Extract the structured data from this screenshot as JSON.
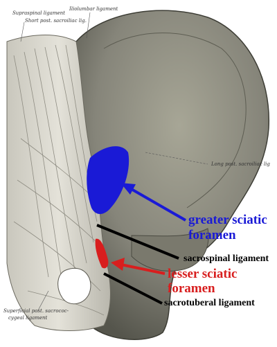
{
  "labels": {
    "supraspinal": "Supraspinal ligament",
    "short_post_sacroiliac": "Short post. sacroiliac lig.",
    "iliolumbar": "Iliolumbar ligament",
    "long_post_sacroiliac": "Long post. sacroiliac lig",
    "superficial_post_line1": "Superficial post. sacrococ-",
    "superficial_post_line2": "cygeal ligament",
    "greater_sciatic_line1": "greater sciatic",
    "greater_sciatic_line2": "foramen",
    "sacrospinal": "sacrospinal ligament",
    "lesser_sciatic_line1": "lesser sciatic",
    "lesser_sciatic_line2": "foramen",
    "sacrotuberal": "sacrotuberal ligament"
  },
  "colors": {
    "greater_foramen": "#1a1ad6",
    "lesser_foramen": "#d81e1e",
    "greater_label": "#1a1ad6",
    "lesser_label": "#d81e1e",
    "ligament_label": "#000000",
    "bone": "#8a8878",
    "ligament": "#d8d6cc"
  }
}
